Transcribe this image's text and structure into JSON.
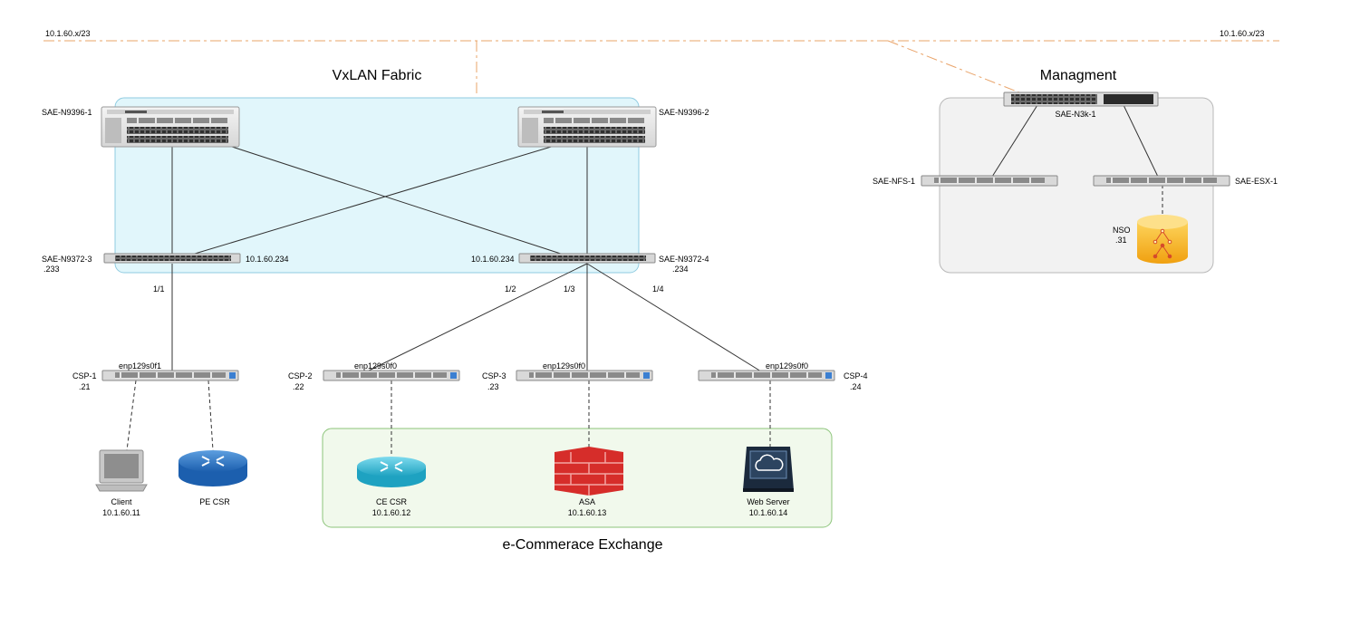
{
  "subnets": {
    "left": "10.1.60.x/23",
    "right": "10.1.60.x/23"
  },
  "groups": {
    "fabric": "VxLAN Fabric",
    "management": "Managment",
    "exchange": "e-Commerace Exchange"
  },
  "devices": {
    "spine1": "SAE-N9396-1",
    "spine2": "SAE-N9396-2",
    "leaf3": {
      "name": "SAE-N9372-3",
      "ip": ".233",
      "vtep": "10.1.60.234"
    },
    "leaf4": {
      "name": "SAE-N9372-4",
      "ip": ".234",
      "vtep": "10.1.60.234"
    },
    "n3k": "SAE-N3k-1",
    "nfs": "SAE-NFS-1",
    "esx": "SAE-ESX-1",
    "nso": {
      "name": "NSO",
      "ip": ".31"
    },
    "csp1": {
      "name": "CSP-1",
      "ip": ".21",
      "iface": "enp129s0f1"
    },
    "csp2": {
      "name": "CSP-2",
      "ip": ".22",
      "iface": "enp129s0f0"
    },
    "csp3": {
      "name": "CSP-3",
      "ip": ".23",
      "iface": "enp129s0f0"
    },
    "csp4": {
      "name": "CSP-4",
      "ip": ".24",
      "iface": "enp129s0f0"
    },
    "client": {
      "name": "Client",
      "ip": "10.1.60.11"
    },
    "pe_csr": {
      "name": "PE CSR"
    },
    "ce_csr": {
      "name": "CE CSR",
      "ip": "10.1.60.12"
    },
    "asa": {
      "name": "ASA",
      "ip": "10.1.60.13"
    },
    "web": {
      "name": "Web Server",
      "ip": "10.1.60.14"
    }
  },
  "ports": {
    "p11": "1/1",
    "p12": "1/2",
    "p13": "1/3",
    "p14": "1/4"
  },
  "colors": {
    "fabric_fill": "#e1f6fb",
    "fabric_stroke": "#8fcbe0",
    "mgmt_fill": "#f2f2f2",
    "mgmt_stroke": "#b8b8b8",
    "exchange_fill": "#f1f9ec",
    "exchange_stroke": "#8cc47a",
    "mgmt_line": "#e9a46a",
    "router": "#27b2cf",
    "firewall": "#d62d2a",
    "nso": "#f6b51c"
  }
}
